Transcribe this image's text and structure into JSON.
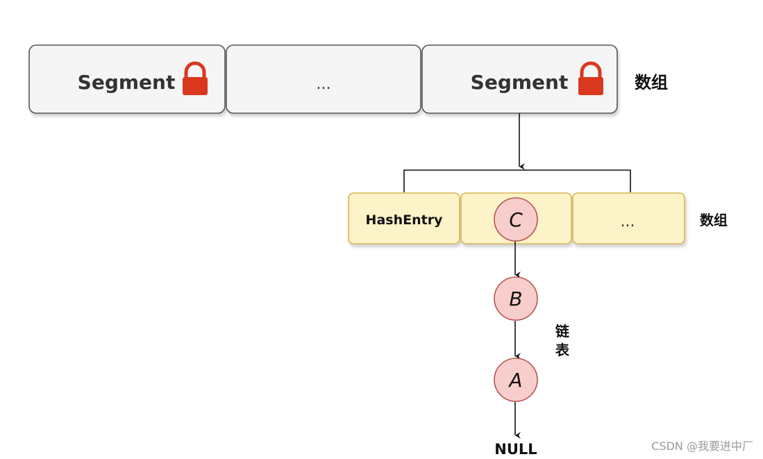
{
  "segments": [
    {
      "label": "Segment",
      "locked": true
    },
    {
      "label": "...",
      "locked": false
    },
    {
      "label": "Segment",
      "locked": true
    }
  ],
  "segment_array_label": "数组",
  "hash_entries": [
    {
      "label": "HashEntry"
    },
    {
      "label": "C"
    },
    {
      "label": "..."
    }
  ],
  "hash_entry_array_label": "数组",
  "linked_list": {
    "nodes": [
      "C",
      "B",
      "A"
    ],
    "terminator": "NULL",
    "label_line1": "链",
    "label_line2": "表"
  },
  "watermark": "CSDN @我要进中厂",
  "colors": {
    "segment_fill": "#f5f5f5",
    "segment_stroke": "#666666",
    "lock": "#d9381e",
    "entry_fill": "#fdf3c8",
    "entry_stroke": "#d6b656",
    "node_fill": "#f8cecc",
    "node_stroke": "#b85450"
  }
}
